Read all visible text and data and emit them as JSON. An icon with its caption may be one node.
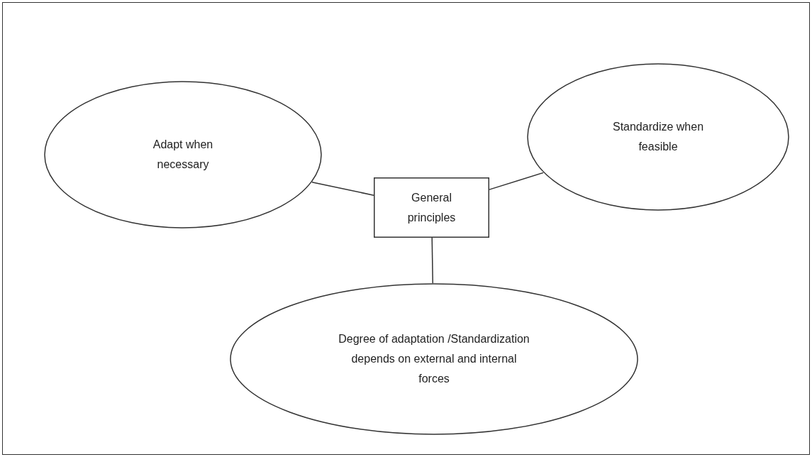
{
  "diagram": {
    "nodes": [
      {
        "text": [
          "Adapt when necessary"
        ]
      },
      {
        "text": [
          "Standardize when feasible"
        ]
      },
      {
        "text": [
          "General principles"
        ]
      },
      {
        "text": [
          "Degree of adaptation /Standardization depends on external and internal forces"
        ]
      }
    ],
    "edges": [
      {
        "from": 0,
        "to": 2,
        "arrow": "none"
      },
      {
        "from": 2,
        "to": 1,
        "arrow": "none"
      },
      {
        "from": 2,
        "to": 3,
        "arrow": "none"
      }
    ]
  }
}
